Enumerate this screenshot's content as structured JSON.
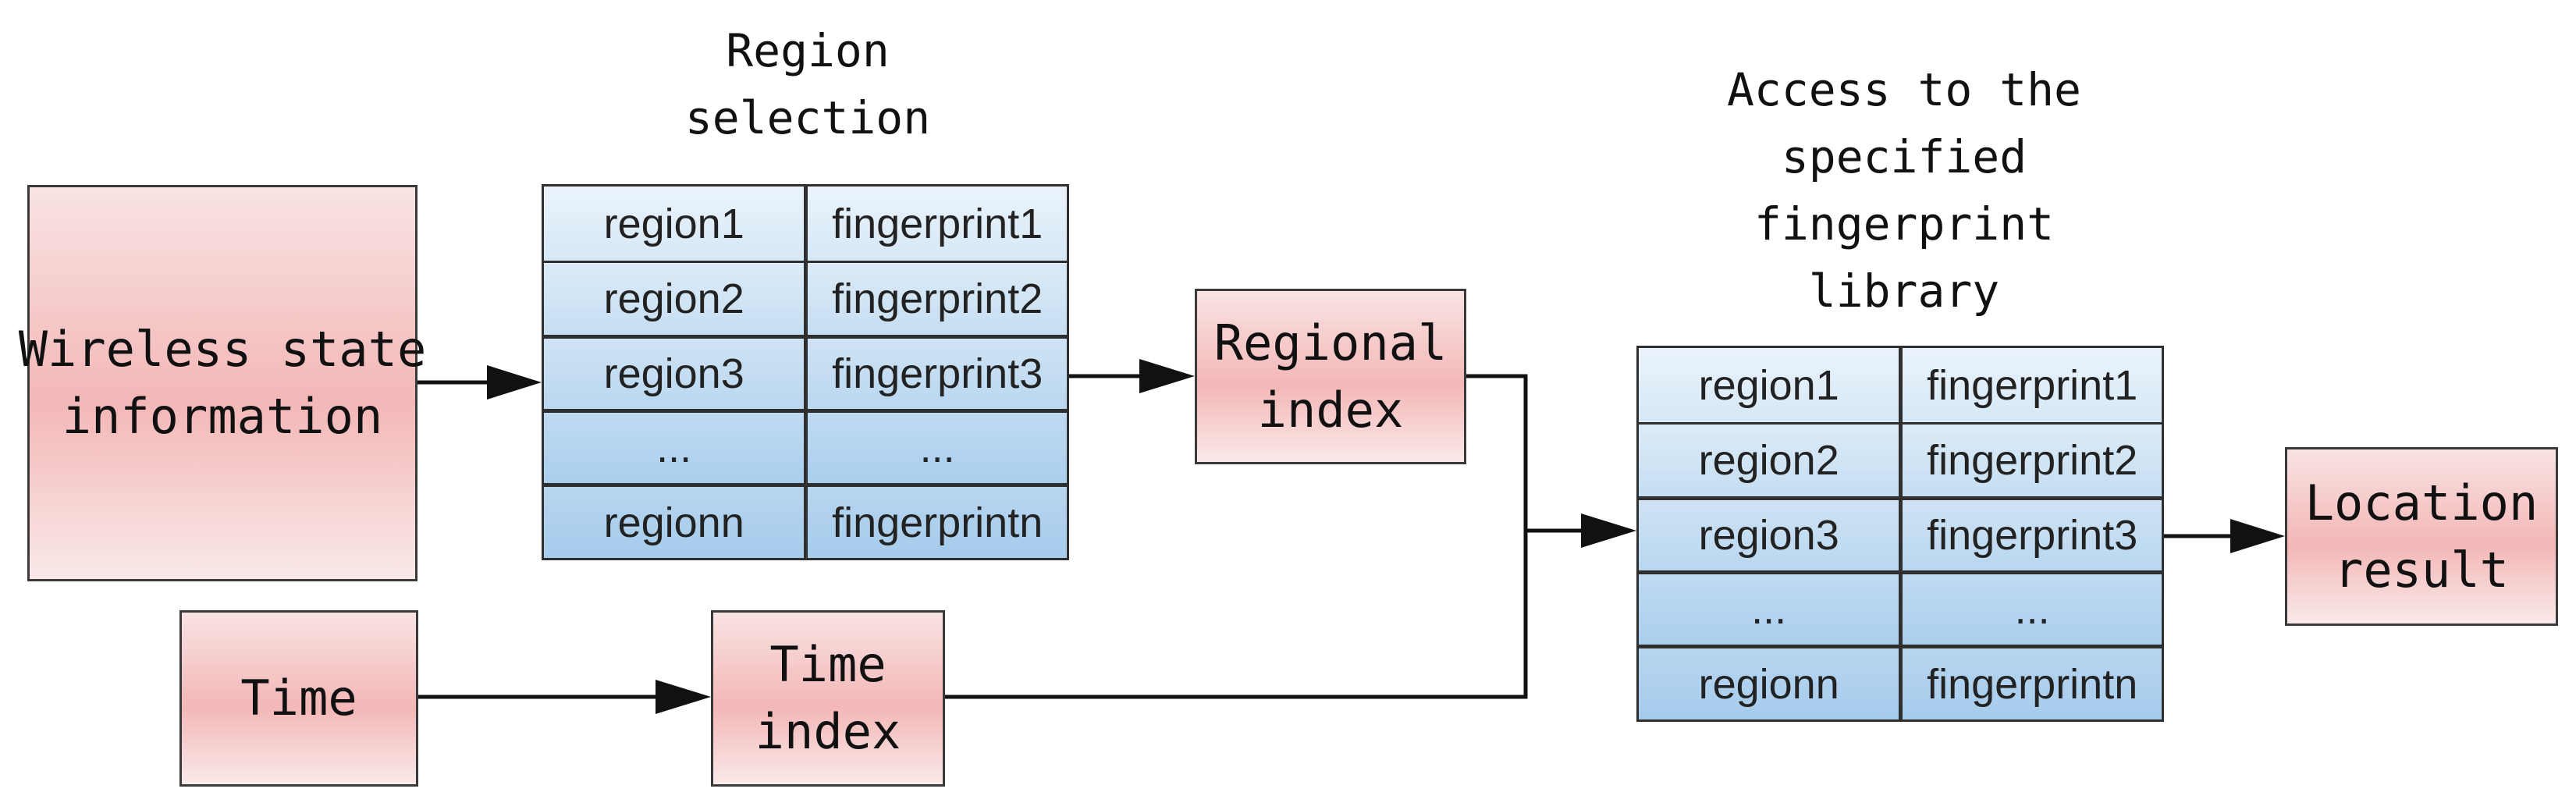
{
  "captions": {
    "region_selection": [
      "Region",
      "selection"
    ],
    "access_library": [
      "Access to the",
      "specified",
      "fingerprint",
      "library"
    ]
  },
  "boxes": {
    "wireless": [
      "Wireless state",
      "information"
    ],
    "time": [
      "Time"
    ],
    "time_index": [
      "Time",
      "index"
    ],
    "regional_index": [
      "Regional",
      "index"
    ],
    "location_result": [
      "Location",
      "result"
    ]
  },
  "table_left": {
    "rows": [
      {
        "region": "region1",
        "fingerprint": "fingerprint1"
      },
      {
        "region": "region2",
        "fingerprint": "fingerprint2"
      },
      {
        "region": "region3",
        "fingerprint": "fingerprint3"
      },
      {
        "region": "...",
        "fingerprint": "..."
      },
      {
        "region": "regionn",
        "fingerprint": "fingerprintn"
      }
    ]
  },
  "table_right": {
    "rows": [
      {
        "region": "region1",
        "fingerprint": "fingerprint1"
      },
      {
        "region": "region2",
        "fingerprint": "fingerprint2"
      },
      {
        "region": "region3",
        "fingerprint": "fingerprint3"
      },
      {
        "region": "...",
        "fingerprint": "..."
      },
      {
        "region": "regionn",
        "fingerprint": "fingerprintn"
      }
    ]
  },
  "colors": {
    "box_fill": "#f3b7b7",
    "table_fill": "#c5def2",
    "line": "#111111"
  }
}
